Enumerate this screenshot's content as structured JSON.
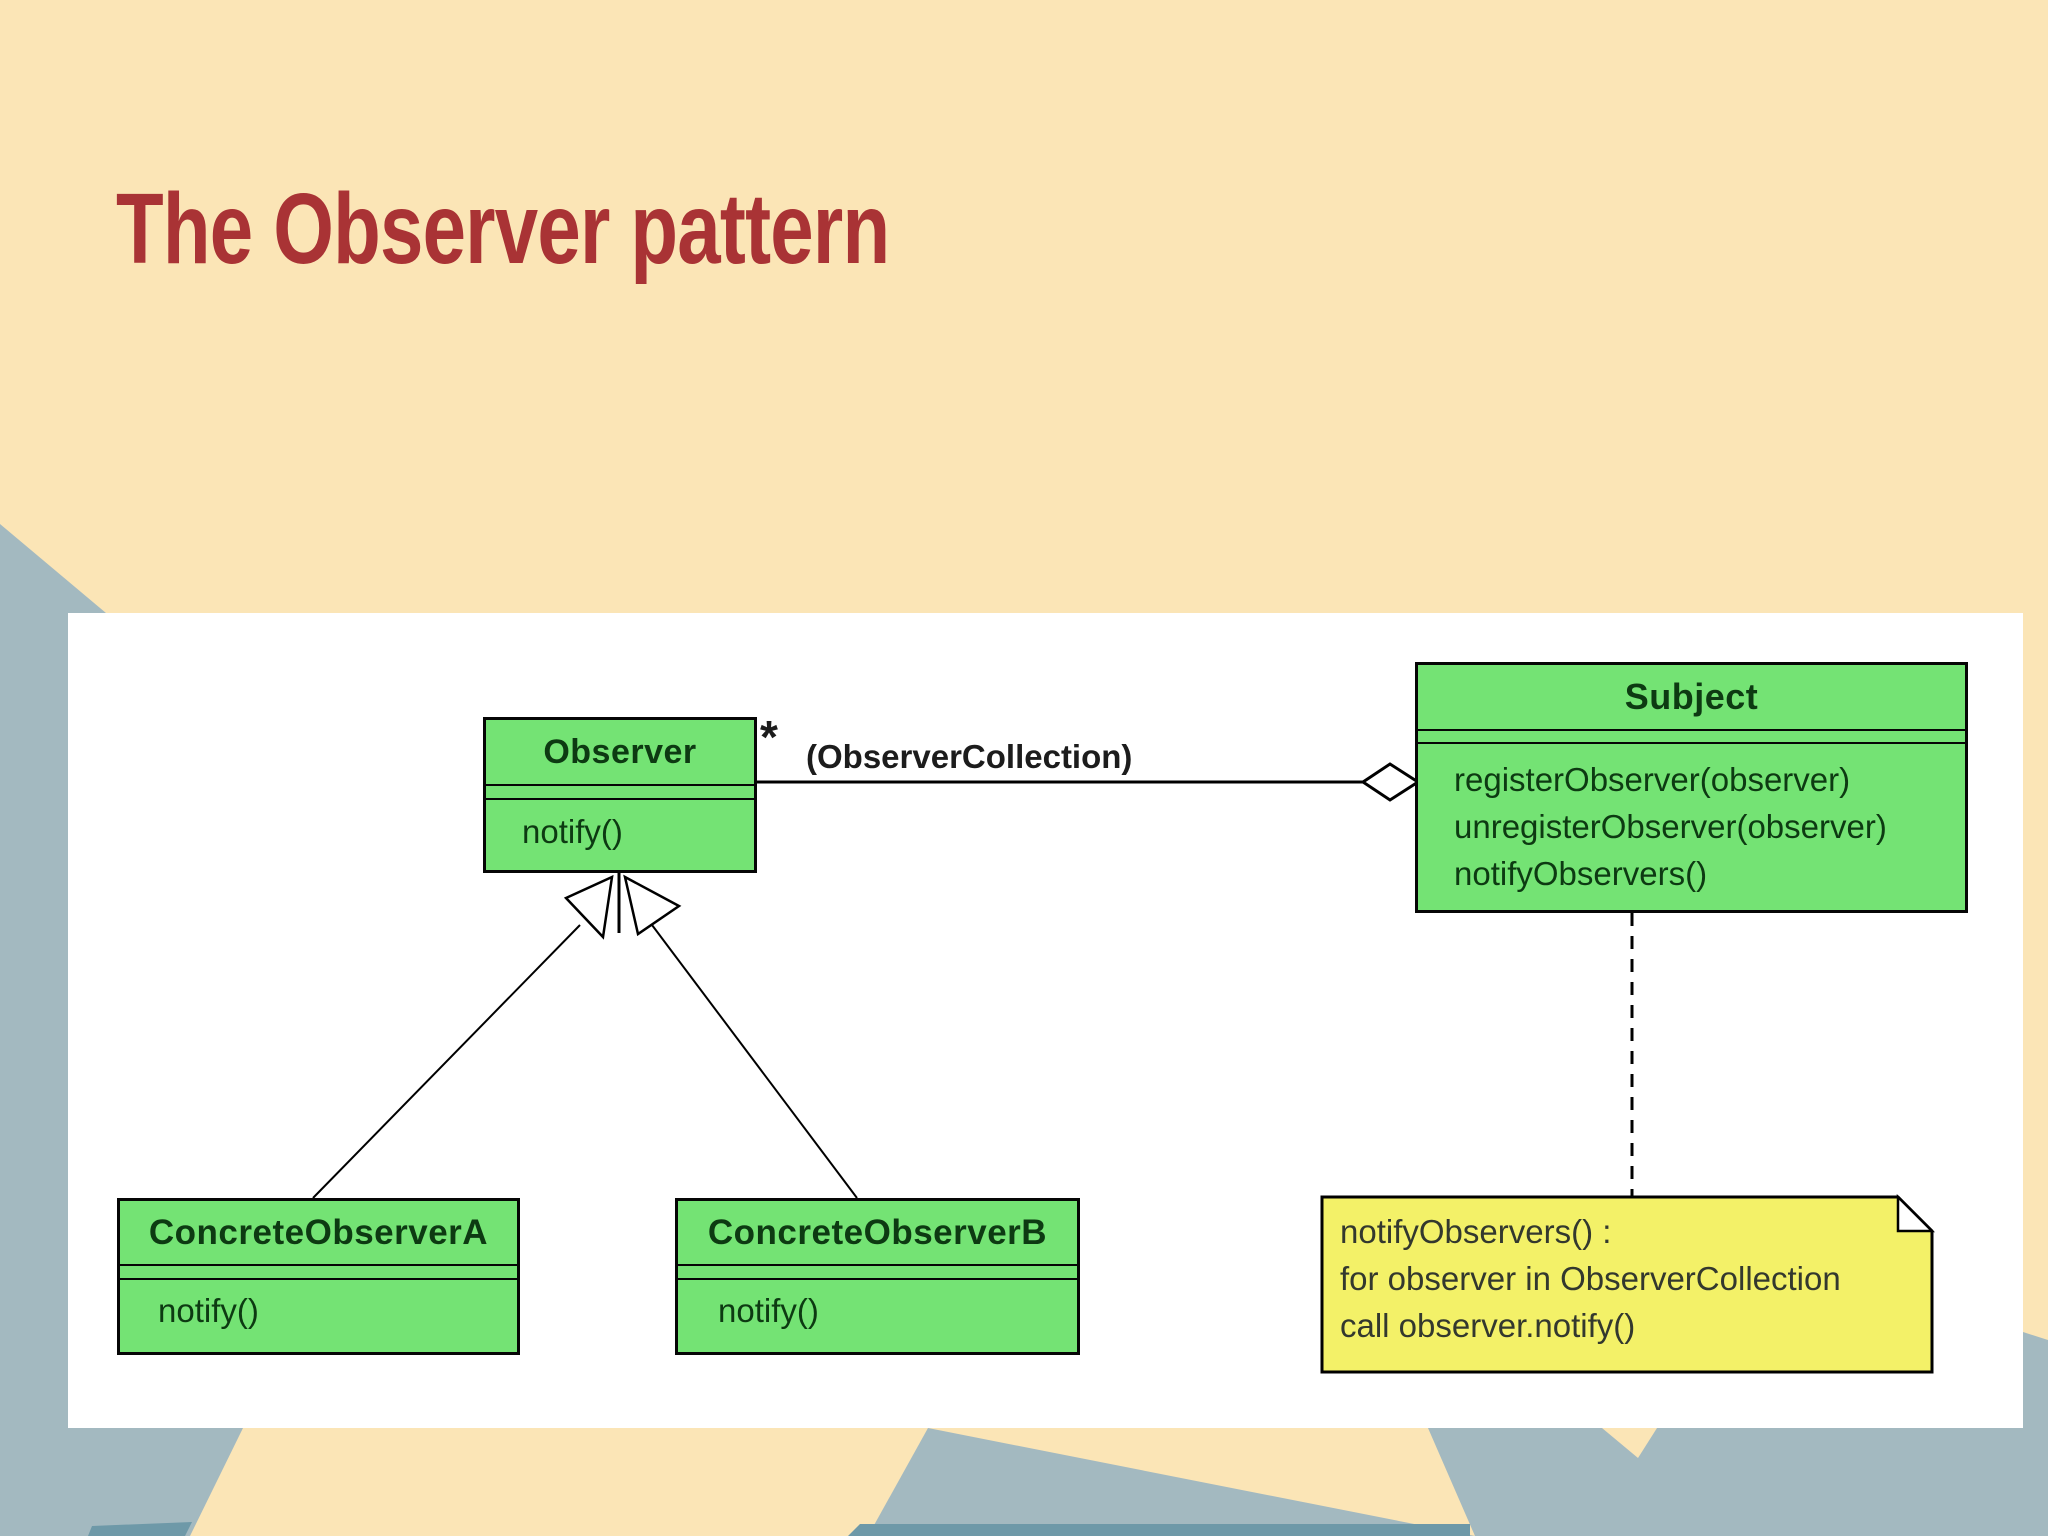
{
  "slide": {
    "title": "The Observer pattern"
  },
  "diagram": {
    "classes": [
      {
        "name": "Observer",
        "methods": [
          "notify()"
        ]
      },
      {
        "name": "Subject",
        "methods": [
          "registerObserver(observer)",
          "unregisterObserver(observer)",
          "notifyObservers()"
        ]
      },
      {
        "name": "ConcreteObserverA",
        "methods": [
          "notify()"
        ]
      },
      {
        "name": "ConcreteObserverB",
        "methods": [
          "notify()"
        ]
      }
    ],
    "association": {
      "multiplicity": "*",
      "label": "(ObserverCollection)",
      "type": "aggregation"
    },
    "generalization": "ConcreteObserverA and ConcreteObserverB inherit from Observer",
    "note": {
      "lines": [
        "notifyObservers() :",
        "for observer in ObserverCollection",
        " call observer.notify()"
      ]
    }
  },
  "colors": {
    "slide_background": "#FBE5B6",
    "title_text": "#A93335",
    "panel_background": "#FFFFFF",
    "class_fill": "#74E374",
    "class_text": "#0D3A12",
    "note_fill": "#F3F168",
    "note_text": "#33382e",
    "background_shapes": "#A3B9C0",
    "background_shapes_dark": "#6E99A8",
    "line_color": "#000000"
  }
}
